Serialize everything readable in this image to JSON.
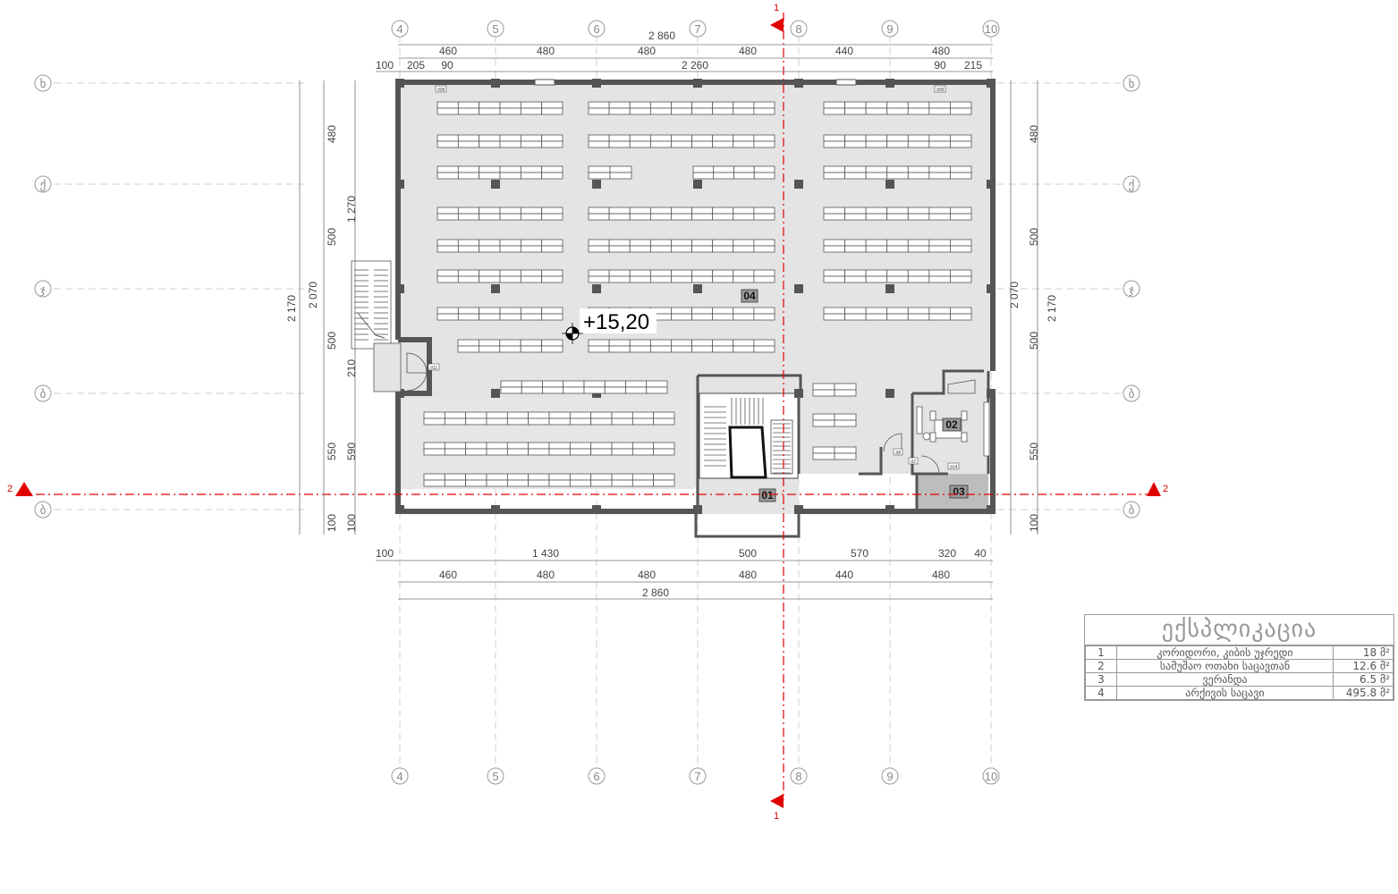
{
  "axes": {
    "columns": [
      "4",
      "5",
      "6",
      "7",
      "8",
      "9",
      "10"
    ],
    "rows": [
      "ხ",
      "ქ",
      "ჯ",
      "ბ",
      "ბ"
    ]
  },
  "dimensions": {
    "top_overall": "2 860",
    "top_row1": [
      "460",
      "480",
      "480",
      "480",
      "440",
      "480"
    ],
    "top_row2": [
      "100",
      "205",
      "90",
      "2 260",
      "90",
      "215"
    ],
    "left_inner": [
      "480",
      "500",
      "500",
      "550",
      "100"
    ],
    "left_mid": [
      "1 270",
      "210",
      "590",
      "100"
    ],
    "left_overall": [
      "2 170",
      "2 070"
    ],
    "right_inner": [
      "480",
      "500",
      "500",
      "550",
      "100"
    ],
    "right_overall": [
      "2 070",
      "2 170"
    ],
    "bottom_row1": [
      "100",
      "1 430",
      "500",
      "570",
      "320",
      "40"
    ],
    "bottom_row2": [
      "460",
      "480",
      "480",
      "480",
      "440",
      "480"
    ],
    "bottom_overall": "2 860"
  },
  "rooms": {
    "r01": "01",
    "r02": "02",
    "r03": "03",
    "r04": "04"
  },
  "elevation": "+15,20",
  "sections": {
    "v_top": "1",
    "v_bottom": "1",
    "h_left": "2",
    "h_right": "2"
  },
  "door_tags": [
    "Ჟ99",
    "Ჟ99",
    "Ჟ11",
    "Ჟ8",
    "Ჟ2",
    "Ჟ14"
  ],
  "legend": {
    "title": "ექსპლიკაცია",
    "rows": [
      {
        "num": "1",
        "name": "კორიდორი, კიბის უჯრედი",
        "area": "18 მ²"
      },
      {
        "num": "2",
        "name": "სამუშაო ოთახი საცავთან",
        "area": "12.6 მ²"
      },
      {
        "num": "3",
        "name": "ვერანდა",
        "area": "6.5 მ²"
      },
      {
        "num": "4",
        "name": "არქივის საცავი",
        "area": "495.8 მ²"
      }
    ]
  },
  "colors": {
    "floor": "#e4e4e4",
    "wall": "#555555",
    "section_line": "#e00000",
    "grid_line": "#cfcfcf"
  }
}
